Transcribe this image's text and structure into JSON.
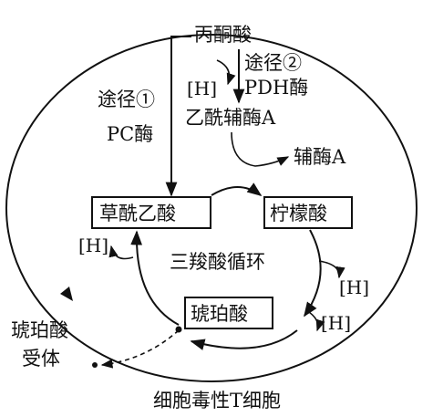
{
  "nodes": {
    "pyruvate": "丙酮酸",
    "acetyl_coa": "乙酰辅酶A",
    "coenzyme_a": "辅酶A",
    "oxaloacetate": "草酰乙酸",
    "citrate": "柠檬酸",
    "succinate": "琥珀酸",
    "succinate_acceptor_line1": "琥珀酸",
    "succinate_acceptor_line2": "受体"
  },
  "pathways": {
    "pathway1": "途径①",
    "pc_enzyme": "PC酶",
    "pathway2": "途径②",
    "pdh_enzyme": "PDH酶"
  },
  "cycle_label": "三羧酸循环",
  "hydrogen_labels": [
    "[H]",
    "[H]",
    "[H]",
    "[H]"
  ],
  "cell_label": "细胞毒性T细胞"
}
